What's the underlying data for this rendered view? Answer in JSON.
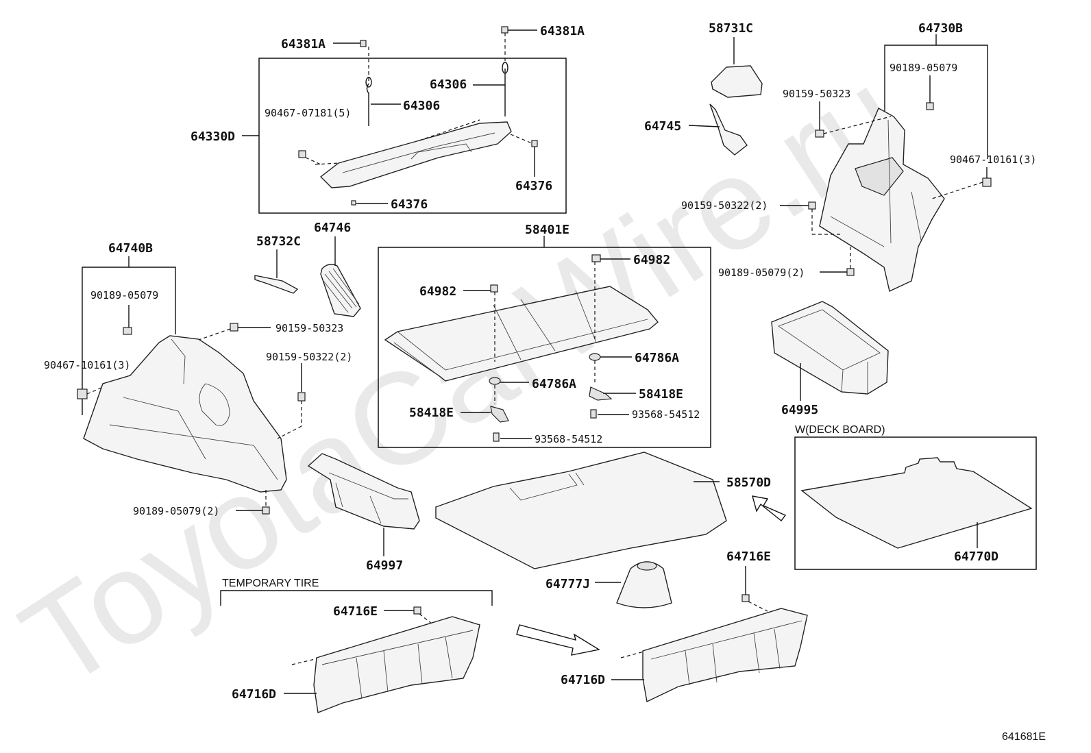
{
  "watermark": "ToyotaCarWire.ru",
  "diagram_id": "641681E",
  "captions": {
    "temporary_tire": "TEMPORARY  TIRE",
    "deck_board": "W(DECK BOARD)"
  },
  "labels": {
    "p64381A_left": "64381A",
    "p64381A_right": "64381A",
    "p64306_top": "64306",
    "p64306_mid": "64306",
    "p90467_07181": "90467-07181(5)",
    "p64330D": "64330D",
    "p64376_right": "64376",
    "p64376_bottom": "64376",
    "p58731C": "58731C",
    "p64745": "64745",
    "p64730B": "64730B",
    "p90189_05079_r": "90189-05079",
    "p90159_50323_r": "90159-50323",
    "p90467_10161_r": "90467-10161(3)",
    "p90159_50322_r": "90159-50322(2)",
    "p90189_05079_2_r": "90189-05079(2)",
    "p64995": "64995",
    "p58401E": "58401E",
    "p64982_top": "64982",
    "p64982_left": "64982",
    "p64786A_right": "64786A",
    "p64786A_left": "64786A",
    "p58418E_right": "58418E",
    "p58418E_left": "58418E",
    "p93568_right": "93568-54512",
    "p93568_bottom": "93568-54512",
    "p64746": "64746",
    "p58732C": "58732C",
    "p64740B": "64740B",
    "p90189_05079_l": "90189-05079",
    "p90159_50323_l": "90159-50323",
    "p90159_50322_l": "90159-50322(2)",
    "p90467_10161_l": "90467-10161(3)",
    "p90189_05079_2_l": "90189-05079(2)",
    "p64997": "64997",
    "p58570D": "58570D",
    "p64770D": "64770D",
    "p64716E_right": "64716E",
    "p64716E_left": "64716E",
    "p64777J": "64777J",
    "p64716D_left": "64716D",
    "p64716D_right": "64716D"
  }
}
